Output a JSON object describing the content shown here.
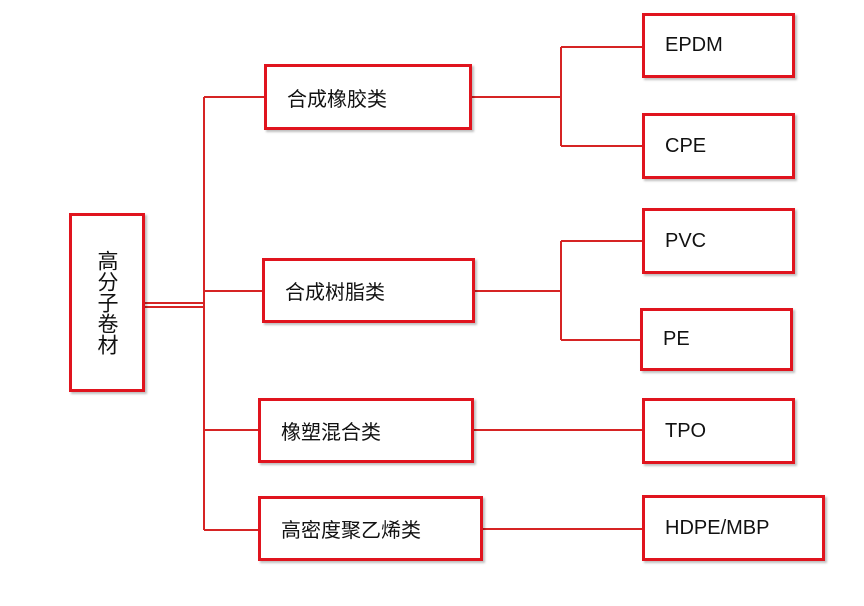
{
  "colors": {
    "border": "#e0141e",
    "line": "#d62424",
    "text": "#111111",
    "background": "#ffffff"
  },
  "root": {
    "label": "高分子卷材"
  },
  "categories": [
    {
      "label": "合成橡胶类",
      "products": [
        "EPDM",
        "CPE"
      ]
    },
    {
      "label": "合成树脂类",
      "products": [
        "PVC",
        "PE"
      ]
    },
    {
      "label": "橡塑混合类",
      "products": [
        "TPO"
      ]
    },
    {
      "label": "高密度聚乙烯类",
      "products": [
        "HDPE/MBP"
      ]
    }
  ]
}
